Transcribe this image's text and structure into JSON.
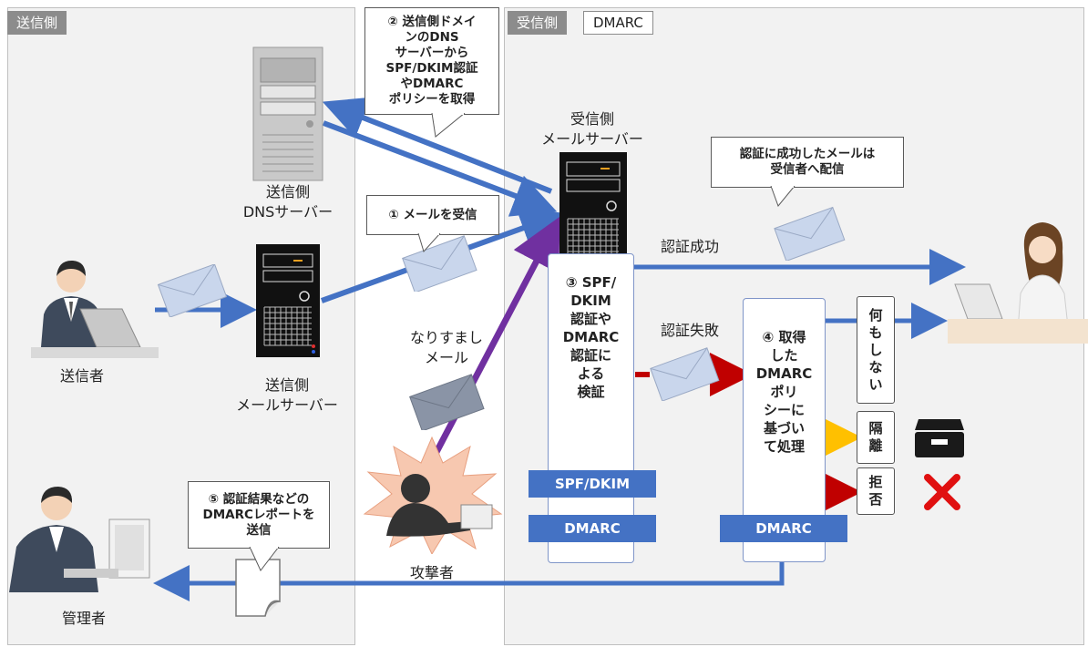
{
  "sender_side": {
    "tag": "送信側"
  },
  "receiver_side": {
    "tag": "受信側",
    "tag_dmarc": "DMARC"
  },
  "labels": {
    "sender_dns": "送信側\nDNSサーバー",
    "sender_mail": "送信側\nメールサーバー",
    "receiver_mail": "受信側\nメールサーバー",
    "sender": "送信者",
    "attacker": "攻撃者",
    "admin": "管理者",
    "spoof": "なりすまし\nメール",
    "auth_success": "認証成功",
    "auth_fail": "認証失敗"
  },
  "callouts": {
    "step2": "② 送信側ドメイ\nンのDNS\nサーバーから\nSPF/DKIM認証\nやDMARC\nポリシーを取得",
    "step1": "① メールを受信",
    "success_note": "認証に成功したメールは\n受信者へ配信",
    "step5": "⑤ 認証結果などの\nDMARCレポートを\n送信"
  },
  "verify_box": {
    "text": "③ SPF/\nDKIM\n認証や\nDMARC\n認証に\nよる\n検証",
    "tab1": "SPF/DKIM",
    "tab2": "DMARC"
  },
  "policy_box": {
    "text": "④ 取得\nした\nDMARC\nポリ\nシーに\n基づい\nて処理",
    "tab": "DMARC"
  },
  "actions": {
    "none": "何\nも\nし\nな\nい",
    "quarantine": "隔\n離",
    "reject": "拒\n否"
  },
  "colors": {
    "blue": "#4472c4",
    "purple": "#7030a0",
    "red": "#c00000",
    "yellow": "#ffc000"
  }
}
